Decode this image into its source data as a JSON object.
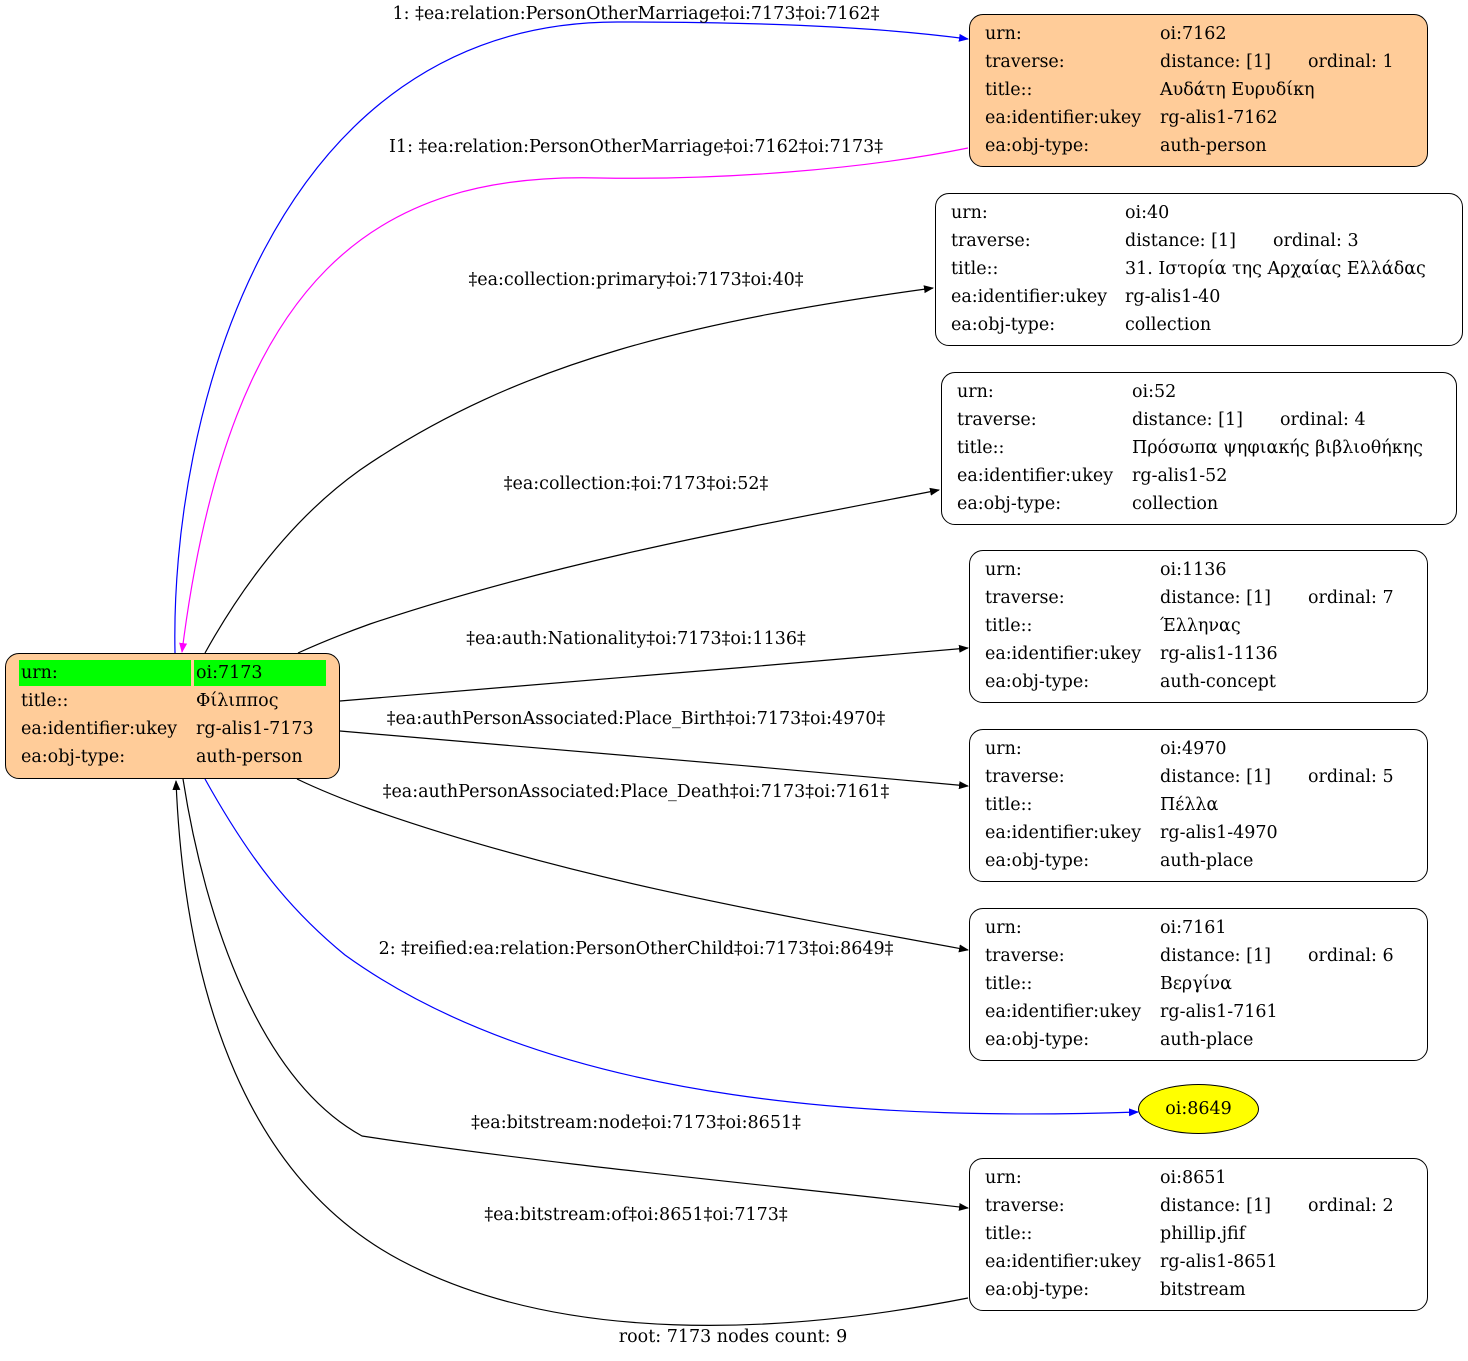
{
  "root": {
    "rows": [
      {
        "key": "urn:",
        "value": "oi:7173"
      },
      {
        "key": "title::",
        "value": "Φίλιππος"
      },
      {
        "key": "ea:identifier:ukey",
        "value": "rg-alis1-7173"
      },
      {
        "key": "ea:obj-type:",
        "value": "auth-person"
      }
    ],
    "fill": "#ffcc99",
    "highlight": "#00ff00"
  },
  "nodes": [
    {
      "urn": "oi:7162",
      "distance": "distance: [1]",
      "ordinal": "ordinal: 1",
      "title": "Αυδάτη Ευρυδίκη",
      "ukey": "rg-alis1-7162",
      "objtype": "auth-person",
      "fill": "#ffcc99"
    },
    {
      "urn": "oi:40",
      "distance": "distance: [1]",
      "ordinal": "ordinal: 3",
      "title": "31. Ιστορία της Αρχαίας Ελλάδας",
      "ukey": "rg-alis1-40",
      "objtype": "collection",
      "fill": "#ffffff"
    },
    {
      "urn": "oi:52",
      "distance": "distance: [1]",
      "ordinal": "ordinal: 4",
      "title": "Πρόσωπα ψηφιακής βιβλιοθήκης",
      "ukey": "rg-alis1-52",
      "objtype": "collection",
      "fill": "#ffffff"
    },
    {
      "urn": "oi:1136",
      "distance": "distance: [1]",
      "ordinal": "ordinal: 7",
      "title": "Έλληνας",
      "ukey": "rg-alis1-1136",
      "objtype": "auth-concept",
      "fill": "#ffffff"
    },
    {
      "urn": "oi:4970",
      "distance": "distance: [1]",
      "ordinal": "ordinal: 5",
      "title": "Πέλλα",
      "ukey": "rg-alis1-4970",
      "objtype": "auth-place",
      "fill": "#ffffff"
    },
    {
      "urn": "oi:7161",
      "distance": "distance: [1]",
      "ordinal": "ordinal: 6",
      "title": "Βεργίνα",
      "ukey": "rg-alis1-7161",
      "objtype": "auth-place",
      "fill": "#ffffff"
    },
    {
      "urn": "oi:8651",
      "distance": "distance: [1]",
      "ordinal": "ordinal: 2",
      "title": "phillip.jfif",
      "ukey": "rg-alis1-8651",
      "objtype": "bitstream",
      "fill": "#ffffff"
    }
  ],
  "row_keys": {
    "urn": "urn:",
    "traverse": "traverse:",
    "title": "title::",
    "ukey": "ea:identifier:ukey",
    "objtype": "ea:obj-type:"
  },
  "ellipse": {
    "label": "oi:8649",
    "fill": "#ffff00"
  },
  "edges": [
    {
      "label": "1: ‡ea:relation:PersonOtherMarriage‡oi:7173‡oi:7162‡",
      "color": "#0000ff"
    },
    {
      "label": "I1: ‡ea:relation:PersonOtherMarriage‡oi:7162‡oi:7173‡",
      "color": "#ff00ff"
    },
    {
      "label": "‡ea:collection:primary‡oi:7173‡oi:40‡",
      "color": "#000000"
    },
    {
      "label": "‡ea:collection:‡oi:7173‡oi:52‡",
      "color": "#000000"
    },
    {
      "label": "‡ea:auth:Nationality‡oi:7173‡oi:1136‡",
      "color": "#000000"
    },
    {
      "label": "‡ea:authPersonAssociated:Place_Birth‡oi:7173‡oi:4970‡",
      "color": "#000000"
    },
    {
      "label": "‡ea:authPersonAssociated:Place_Death‡oi:7173‡oi:7161‡",
      "color": "#000000"
    },
    {
      "label": "2: ‡reified:ea:relation:PersonOtherChild‡oi:7173‡oi:8649‡",
      "color": "#0000ff"
    },
    {
      "label": "‡ea:bitstream:node‡oi:7173‡oi:8651‡",
      "color": "#000000"
    },
    {
      "label": "‡ea:bitstream:of‡oi:8651‡oi:7173‡",
      "color": "#000000"
    }
  ],
  "footer": "root: 7173 nodes count: 9"
}
